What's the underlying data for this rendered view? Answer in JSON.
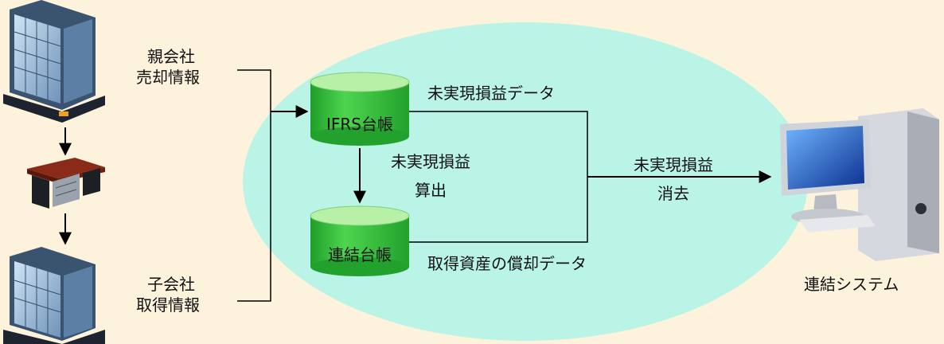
{
  "parent": {
    "line1": "親会社",
    "line2": "売却情報"
  },
  "child": {
    "line1": "子会社",
    "line2": "取得情報"
  },
  "db_ifrs": {
    "label": "IFRS台帳"
  },
  "db_consol": {
    "label": "連結台帳"
  },
  "flow_top": {
    "label": "未実現損益データ"
  },
  "flow_mid": {
    "line1": "未実現損益",
    "line2": "算出"
  },
  "flow_bottom": {
    "label": "取得資産の償却データ"
  },
  "flow_out": {
    "line1": "未実現損益",
    "line2": "消去"
  },
  "system": {
    "label": "連結システム"
  },
  "colors": {
    "background": "#fdf2dc",
    "ellipse": "#b9f4e6",
    "cylinder_body": "#34c43c",
    "cylinder_top": "#b8f0a8",
    "line": "#000000"
  },
  "icons": [
    "building-icon",
    "desk-icon",
    "computer-icon"
  ]
}
